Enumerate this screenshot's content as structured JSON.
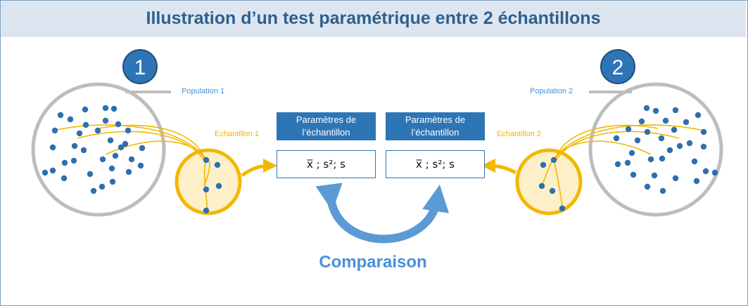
{
  "title": "Illustration d’un test paramétrique entre 2 échantillons",
  "badge1": "1",
  "badge2": "2",
  "population1": "Population 1",
  "population2": "Population 2",
  "echantillon1": "Echantillon 1",
  "echantillon2": "Echantillon 2",
  "params_line1": "Paramètres de",
  "params_line2": "l’échantillon",
  "stats_text": "x̅ ; s²; s",
  "comparison": "Comparaison",
  "colors": {
    "blue": "#2e75b6",
    "dot": "#2e6fae",
    "yellow": "#f2b800",
    "yellow_fill": "#fdf0c8",
    "grey": "#bdbdbd",
    "accent": "#4a90d9"
  }
}
